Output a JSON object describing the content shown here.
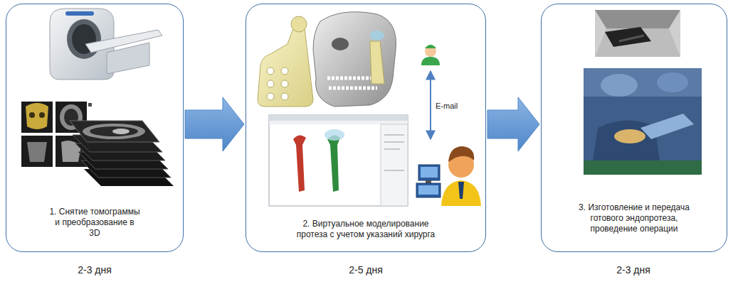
{
  "diagram": {
    "nodes": [
      {
        "text": [
          "1. Снятие томограммы и преобразование в 3D"
        ]
      },
      {
        "text": [
          "2. Виртуальное моделирование протеза с учетом указаний хирурга"
        ]
      },
      {
        "text": [
          "3. Изготовление и передача готового эндопротеза, проведение операции"
        ]
      }
    ],
    "edges": [
      {
        "from": 0,
        "to": 1,
        "arrow": "to"
      },
      {
        "from": 1,
        "to": 2,
        "arrow": "to"
      }
    ],
    "labels": [
      "E-mail",
      "2-3 дня",
      "2-5 дня",
      "2-3 дня"
    ]
  }
}
